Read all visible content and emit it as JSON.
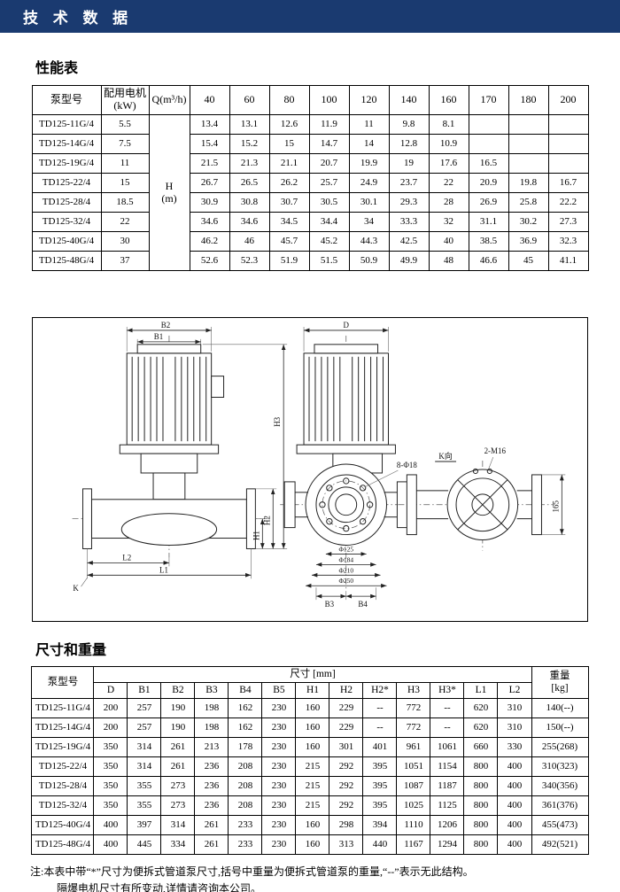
{
  "colors": {
    "banner_bg": "#1a3a70",
    "banner_text": "#ffffff",
    "line": "#000000"
  },
  "page": {
    "banner_title": "技 术 数 据",
    "section1_title": "性能表",
    "section2_title": "尺寸和重量",
    "note_line1": "注:本表中带“*”尺寸为便拆式管道泵尺寸,括号中重量为便拆式管道泵的重量,“--”表示无此结构。",
    "note_line2": "隔爆电机尺寸有所变动,详情请咨询本公司。"
  },
  "performance_table": {
    "col_model": "泵型号",
    "col_motor": "配用电机",
    "col_motor_unit": "(kW)",
    "col_q": "Q(m³/h)",
    "flow_cols": [
      "40",
      "60",
      "80",
      "100",
      "120",
      "140",
      "160",
      "170",
      "180",
      "200"
    ],
    "h_label": "H",
    "h_unit": "(m)",
    "rows": [
      {
        "model": "TD125-11G/4",
        "kw": "5.5",
        "values": [
          "13.4",
          "13.1",
          "12.6",
          "11.9",
          "11",
          "9.8",
          "8.1",
          "",
          "",
          ""
        ]
      },
      {
        "model": "TD125-14G/4",
        "kw": "7.5",
        "values": [
          "15.4",
          "15.2",
          "15",
          "14.7",
          "14",
          "12.8",
          "10.9",
          "",
          "",
          ""
        ]
      },
      {
        "model": "TD125-19G/4",
        "kw": "11",
        "values": [
          "21.5",
          "21.3",
          "21.1",
          "20.7",
          "19.9",
          "19",
          "17.6",
          "16.5",
          "",
          ""
        ]
      },
      {
        "model": "TD125-22/4",
        "kw": "15",
        "values": [
          "26.7",
          "26.5",
          "26.2",
          "25.7",
          "24.9",
          "23.7",
          "22",
          "20.9",
          "19.8",
          "16.7"
        ]
      },
      {
        "model": "TD125-28/4",
        "kw": "18.5",
        "values": [
          "30.9",
          "30.8",
          "30.7",
          "30.5",
          "30.1",
          "29.3",
          "28",
          "26.9",
          "25.8",
          "22.2"
        ]
      },
      {
        "model": "TD125-32/4",
        "kw": "22",
        "values": [
          "34.6",
          "34.6",
          "34.5",
          "34.4",
          "34",
          "33.3",
          "32",
          "31.1",
          "30.2",
          "27.3"
        ]
      },
      {
        "model": "TD125-40G/4",
        "kw": "30",
        "values": [
          "46.2",
          "46",
          "45.7",
          "45.2",
          "44.3",
          "42.5",
          "40",
          "38.5",
          "36.9",
          "32.3"
        ]
      },
      {
        "model": "TD125-48G/4",
        "kw": "37",
        "values": [
          "52.6",
          "52.3",
          "51.9",
          "51.5",
          "50.9",
          "49.9",
          "48",
          "46.6",
          "45",
          "41.1"
        ]
      }
    ]
  },
  "dim_table": {
    "col_model": "泵型号",
    "group_label": "尺寸 [mm]",
    "weight_l1": "重量",
    "weight_l2": "[kg]",
    "dim_cols": [
      "D",
      "B1",
      "B2",
      "B3",
      "B4",
      "B5",
      "H1",
      "H2",
      "H2*",
      "H3",
      "H3*",
      "L1",
      "L2"
    ],
    "rows": [
      {
        "model": "TD125-11G/4",
        "dims": [
          "200",
          "257",
          "190",
          "198",
          "162",
          "230",
          "160",
          "229",
          "--",
          "772",
          "--",
          "620",
          "310"
        ],
        "weight": "140(--)"
      },
      {
        "model": "TD125-14G/4",
        "dims": [
          "200",
          "257",
          "190",
          "198",
          "162",
          "230",
          "160",
          "229",
          "--",
          "772",
          "--",
          "620",
          "310"
        ],
        "weight": "150(--)"
      },
      {
        "model": "TD125-19G/4",
        "dims": [
          "350",
          "314",
          "261",
          "213",
          "178",
          "230",
          "160",
          "301",
          "401",
          "961",
          "1061",
          "660",
          "330"
        ],
        "weight": "255(268)"
      },
      {
        "model": "TD125-22/4",
        "dims": [
          "350",
          "314",
          "261",
          "236",
          "208",
          "230",
          "215",
          "292",
          "395",
          "1051",
          "1154",
          "800",
          "400"
        ],
        "weight": "310(323)"
      },
      {
        "model": "TD125-28/4",
        "dims": [
          "350",
          "355",
          "273",
          "236",
          "208",
          "230",
          "215",
          "292",
          "395",
          "1087",
          "1187",
          "800",
          "400"
        ],
        "weight": "340(356)"
      },
      {
        "model": "TD125-32/4",
        "dims": [
          "350",
          "355",
          "273",
          "236",
          "208",
          "230",
          "215",
          "292",
          "395",
          "1025",
          "1125",
          "800",
          "400"
        ],
        "weight": "361(376)"
      },
      {
        "model": "TD125-40G/4",
        "dims": [
          "400",
          "397",
          "314",
          "261",
          "233",
          "230",
          "160",
          "298",
          "394",
          "1110",
          "1206",
          "800",
          "400"
        ],
        "weight": "455(473)"
      },
      {
        "model": "TD125-48G/4",
        "dims": [
          "400",
          "445",
          "334",
          "261",
          "233",
          "230",
          "160",
          "313",
          "440",
          "1167",
          "1294",
          "800",
          "400"
        ],
        "weight": "492(521)"
      }
    ]
  },
  "drawing": {
    "b2": "B2",
    "b1": "B1",
    "d": "D",
    "h3": "H3",
    "h2": "H2",
    "h1": "H1",
    "l2": "L2",
    "l1": "L1",
    "k": "K",
    "bolt": "8-Φ18",
    "dia1": "Φ125",
    "dia2": "Φ184",
    "dia3": "Φ210",
    "dia4": "Φ250",
    "b3": "B3",
    "b4": "B4",
    "k_view": "K向",
    "m16": "2-M16",
    "d165": "165"
  }
}
